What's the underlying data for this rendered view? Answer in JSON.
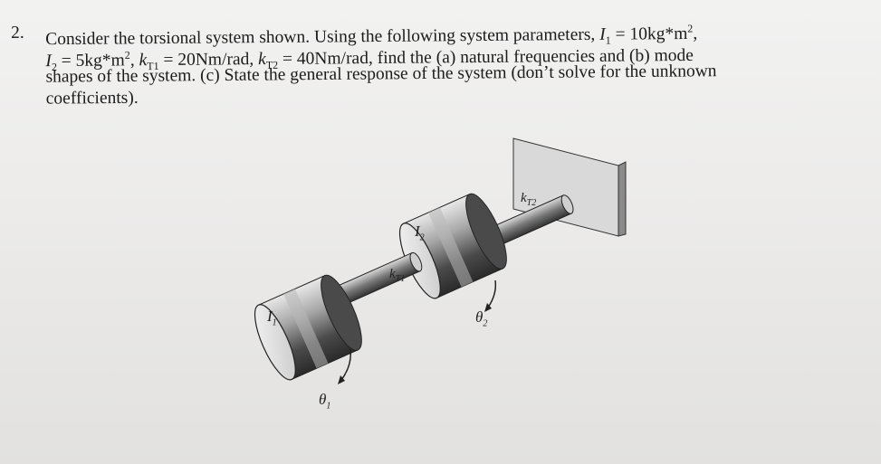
{
  "problem": {
    "number": "2.",
    "line1_a": "Consider the torsional system shown.  Using the following system parameters, ",
    "I1_sym": "I",
    "I1_sub": "1",
    "line1_b": " = 10kg*m",
    "line1_sup": "2",
    "line1_c": ",",
    "I2_sym": "I",
    "I2_sub": "2",
    "line2_a": " = 5kg*m",
    "line2_sup": "2",
    "line2_b": ", ",
    "k1_sym": "k",
    "k1_sub": "T1",
    "line2_c": " = 20Nm/rad, ",
    "k2_sym": "k",
    "k2_sub": "T2",
    "line2_d": " = 40Nm/rad, find the (a) natural frequencies and (b) mode",
    "line3": "shapes of the system.  (c) State the general response of the system (don’t solve for the unknown",
    "line4": "coefficients)."
  },
  "figure": {
    "label_I1": "I",
    "label_I1_sub": "1",
    "label_I2": "I",
    "label_I2_sub": "2",
    "label_kT1": "k",
    "label_kT1_sub": "T1",
    "label_kT2": "k",
    "label_kT2_sub": "T2",
    "label_theta1": "θ",
    "label_theta1_sub": "1",
    "label_theta2": "θ",
    "label_theta2_sub": "2"
  }
}
